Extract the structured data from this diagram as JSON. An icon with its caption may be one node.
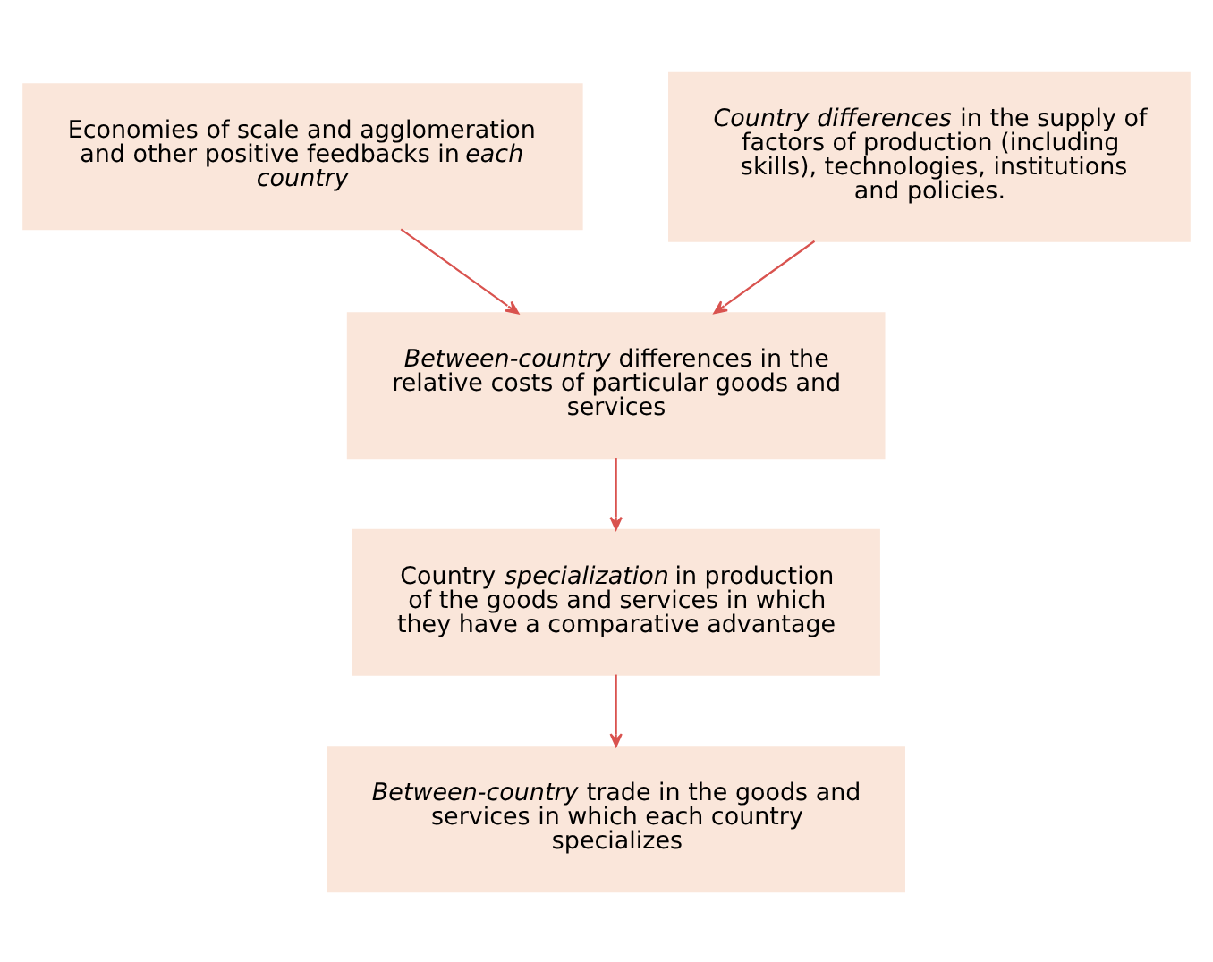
{
  "diagram": {
    "nodes": [
      {
        "text": [
          "Economies of scale and agglomeration and other positive feedbacks in *each country*"
        ]
      },
      {
        "text": [
          "*Country differences* in the supply of factors of production (including skills), technologies, institutions and policies."
        ]
      },
      {
        "text": [
          "*Between-country* differences in the relative costs of particular goods and services"
        ]
      },
      {
        "text": [
          "Country *specialization* in production of the goods and services in which they have a comparative advantage"
        ]
      },
      {
        "text": [
          "*Between-country* trade in the goods and services in which each country specializes"
        ]
      }
    ],
    "edges": [
      {
        "from": 0,
        "to": 2,
        "arrow": "to"
      },
      {
        "from": 1,
        "to": 2,
        "arrow": "to"
      },
      {
        "from": 2,
        "to": 3,
        "arrow": "to"
      },
      {
        "from": 3,
        "to": 4,
        "arrow": "to"
      }
    ]
  }
}
